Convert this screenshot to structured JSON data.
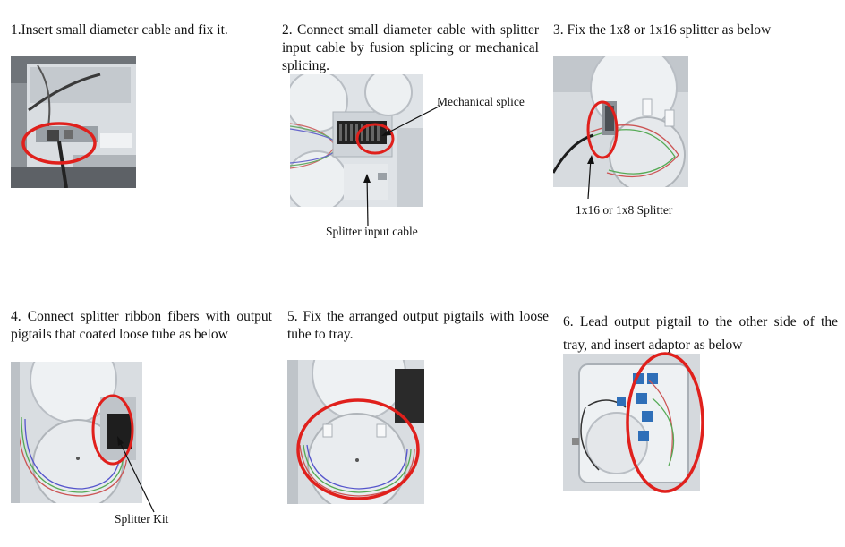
{
  "steps": [
    {
      "text": "1.Insert small diameter cable and fix it."
    },
    {
      "text": "2. Connect small diameter cable with splitter input cable by fusion splicing or mechanical splicing."
    },
    {
      "text": "3. Fix the 1x8 or 1x16 splitter as below"
    },
    {
      "text": "4. Connect splitter ribbon fibers with output pigtails that coated loose tube as below"
    },
    {
      "text": "5. Fix the arranged output pigtails with loose tube to tray."
    },
    {
      "text": "6. Lead output pigtail to the other side of the tray, and insert adaptor as below"
    }
  ],
  "annotations": {
    "mechanical_splice": "Mechanical splice",
    "splitter_input_cable": "Splitter input cable",
    "splitter_1x16_1x8": "1x16 or 1x8 Splitter",
    "splitter_kit": "Splitter Kit"
  },
  "colors": {
    "highlight_circle": "#e0201c",
    "tray_white": "#e9ecef",
    "tray_shadow": "#b9bec4",
    "adaptor_blue": "#2f6fb8"
  }
}
